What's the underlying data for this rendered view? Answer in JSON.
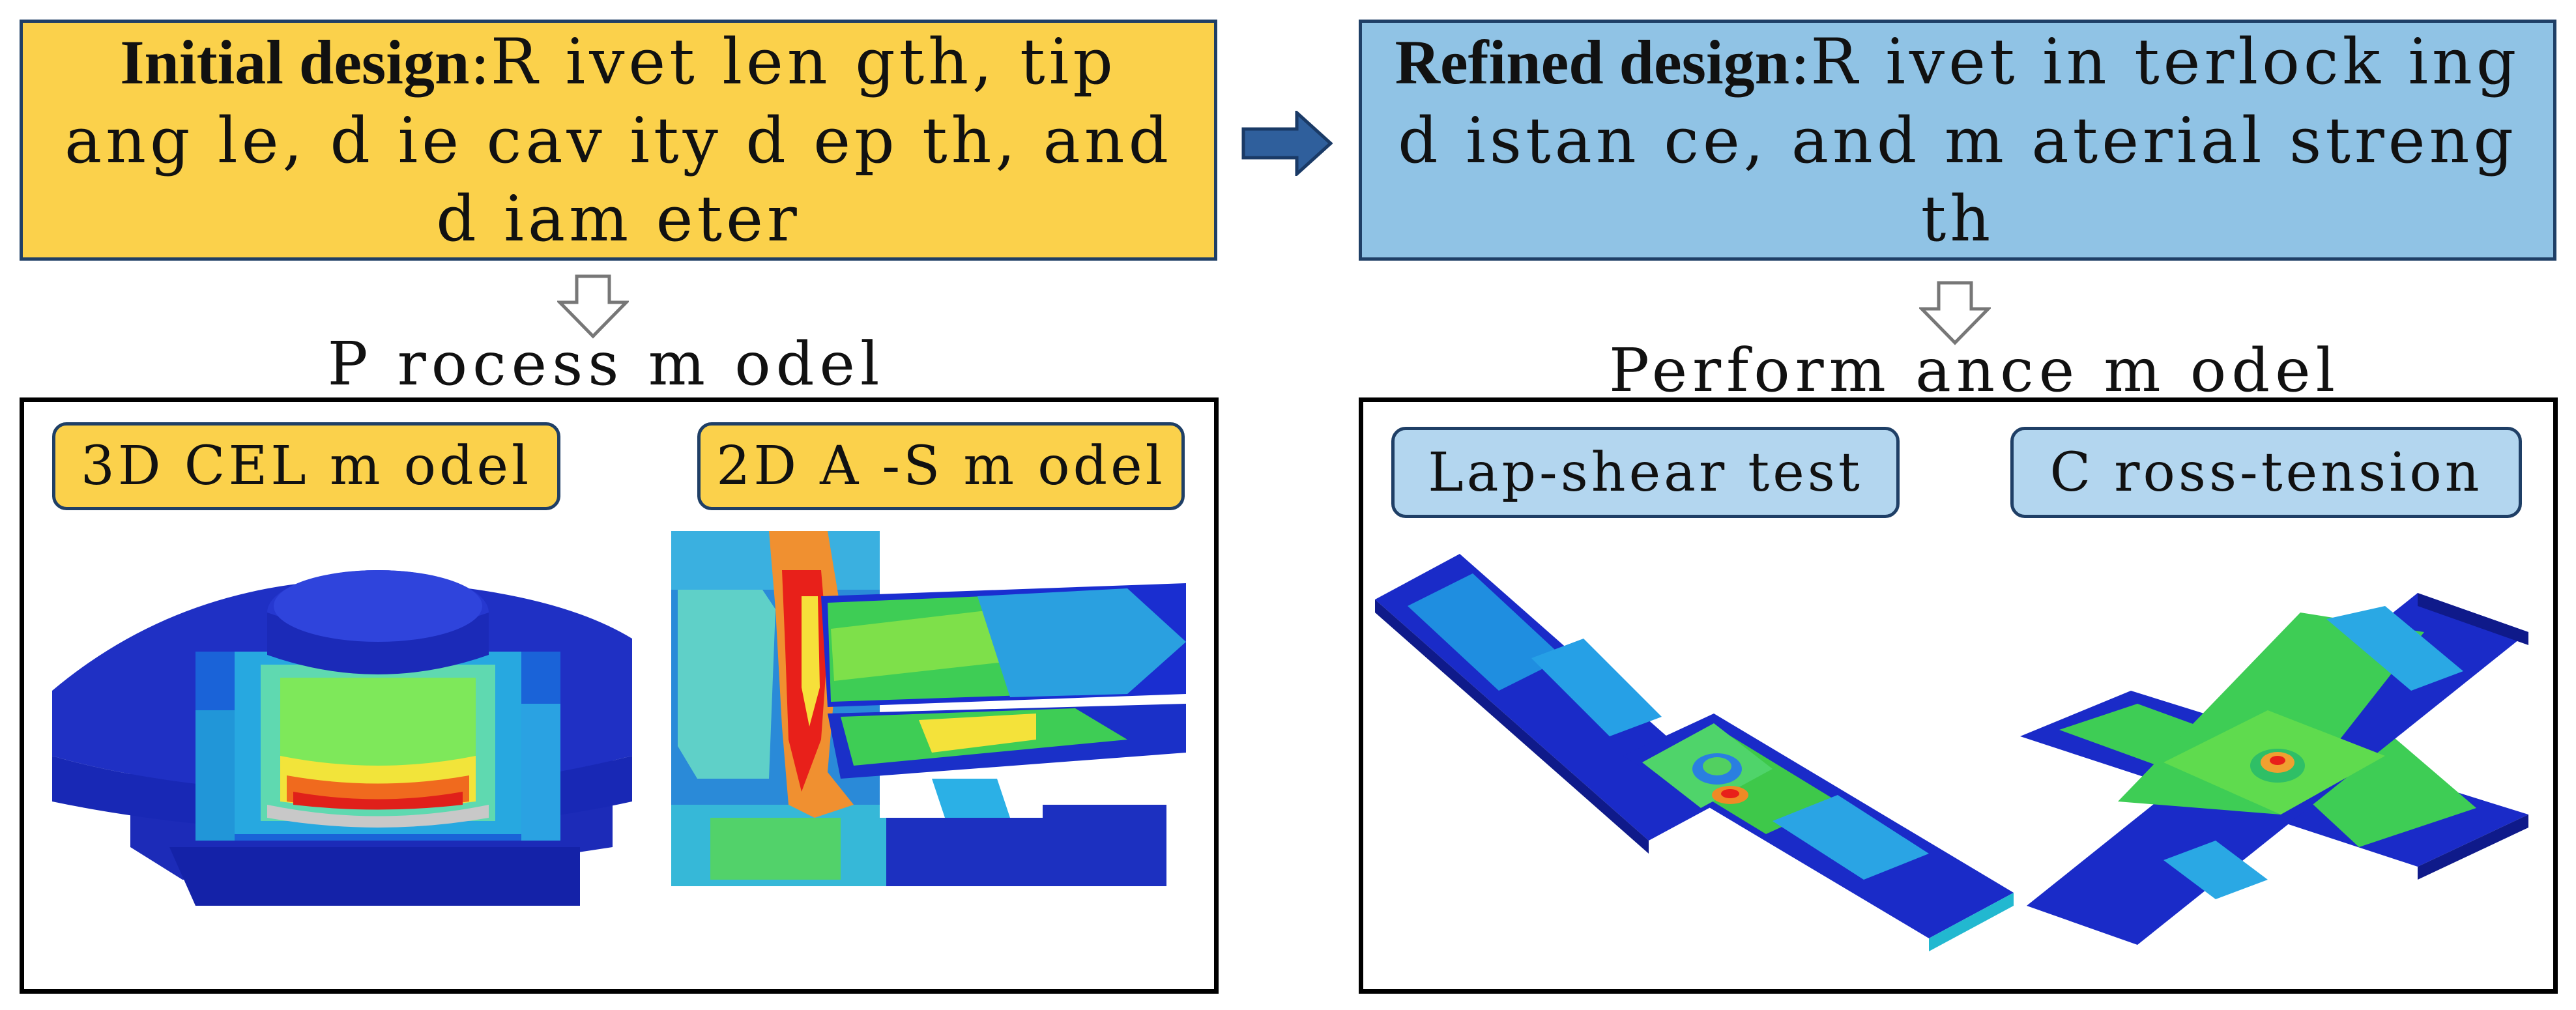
{
  "initial": {
    "title": "Initial design",
    "separator": ":",
    "text": "R ivet len gth, tip ang le, d ie cav ity d ep th, and d iam eter"
  },
  "refined": {
    "title": "Refined design",
    "separator": ":",
    "text": "R ivet in terlock ing d istan ce, and m aterial streng th"
  },
  "process": {
    "label": "P rocess m odel",
    "tags": [
      "3D CEL m odel",
      "2D A -S m odel"
    ]
  },
  "performance": {
    "label": "Perform ance m odel",
    "tags": [
      "Lap-shear test",
      "C ross-tension"
    ]
  },
  "colors": {
    "yellow": "#fbd14b",
    "blue": "#90c3e5",
    "light_blue": "#b3d6ef",
    "fem_blue": "#1426c8",
    "fem_green": "#3ed23a",
    "fem_red": "#e8201a"
  }
}
